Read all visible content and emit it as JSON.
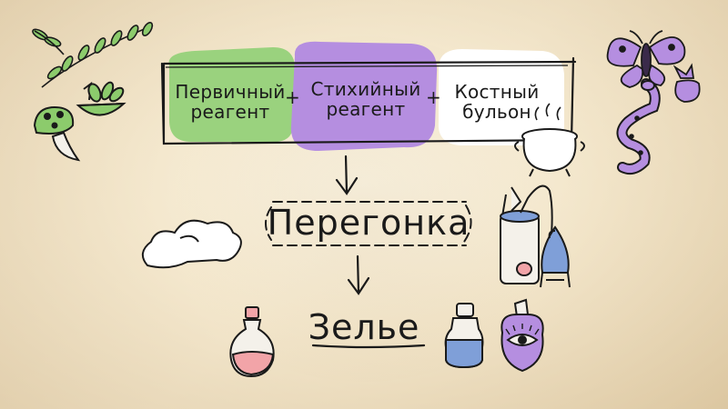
{
  "diagram": {
    "ingredients": [
      {
        "label": "Первичный\nреагент",
        "color": "#9ad27e"
      },
      {
        "label": "Стихийный\nреагент",
        "color": "#b58ee0"
      },
      {
        "label": "Костный\nбульон",
        "color": "#ffffff"
      }
    ],
    "plus_signs": [
      "+",
      "+"
    ],
    "process": "Перегонка",
    "result": "Зелье"
  },
  "colors": {
    "background": "#efe3c9",
    "ink": "#1a1a1a",
    "green": "#9ad27e",
    "purple": "#b58ee0",
    "pink": "#f2a4a8",
    "blue": "#7f9fd8"
  },
  "icons": [
    "leafy-branch-icon",
    "sprout-bowl-icon",
    "mushroom-icon",
    "moth-icon",
    "snake-icon",
    "herb-pouch-icon",
    "cauldron-icon",
    "distiller-icon",
    "cloud-icon",
    "pink-potion-icon",
    "blue-potion-icon",
    "eye-potion-icon"
  ]
}
